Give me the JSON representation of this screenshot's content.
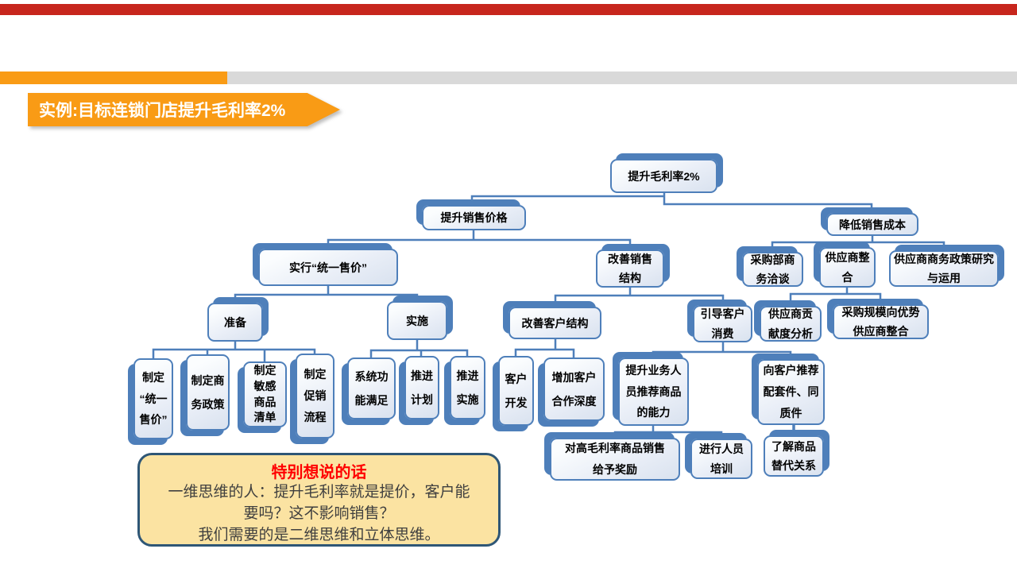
{
  "colors": {
    "top_bar_red": "#C7261D",
    "accent_orange": "#F99B15",
    "accent_gray": "#D9D9D9",
    "connector_blue": "#4E7FBA",
    "node_fill_light": "#E9EEF7",
    "note_bg": "#FBE3A2",
    "note_border": "#2E5676",
    "note_title_red": "#FF0000"
  },
  "banner": {
    "label": "实例:目标连锁门店提升毛利率2%"
  },
  "tree": {
    "nodes": {
      "root": "提升毛利率2%",
      "price": "提升销售价格",
      "unified": "实行“统一售价”",
      "prepare": "准备",
      "implement": "实施",
      "leaf_unified_price": "制定\n“统一\n售价”",
      "leaf_policy": "制定商\n务政策",
      "leaf_sensitive": "制定\n敏感\n商品\n清单",
      "leaf_promo": "制定\n促销\n流程",
      "leaf_system": "系统功\n能满足",
      "leaf_plan": "推进\n计划",
      "leaf_impl": "推进\n实施",
      "structure": "改善销售\n结构",
      "customer_structure": "改善客户结构",
      "guide": "引导客户\n消费",
      "leaf_dev": "客户\n开发",
      "leaf_depth": "增加客户\n合作深度",
      "ability": "提升业务人\n员推荐商品\n的能力",
      "recommend": "向客户推荐\n配套件、同\n质件",
      "leaf_reward": "对高毛利率商品销售\n给予奖励",
      "leaf_training": "进行人员\n培训",
      "leaf_substitute": "了解商品\n替代关系",
      "cost": "降低销售成本",
      "negotiate": "采购部商\n务洽谈",
      "integrate": "供应商整\n合",
      "policy_research": "供应商商务政策研究\n与运用",
      "contribution": "供应商贡\n献度分析",
      "scale": "采购规模向优势\n供应商整合"
    }
  },
  "note": {
    "title": "特别想说的话",
    "lines": [
      "一维思维的人：提升毛利率就是提价，客户能",
      "要吗？这不影响销售？",
      "我们需要的是二维思维和立体思维。"
    ]
  }
}
